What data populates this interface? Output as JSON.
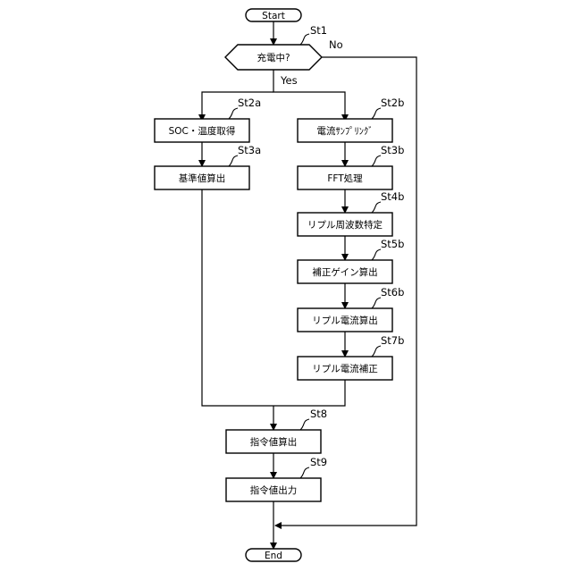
{
  "start": "Start",
  "end": "End",
  "decision": {
    "text": "充電中?",
    "step": "St1",
    "yes": "Yes",
    "no": "No"
  },
  "left_steps": [
    {
      "step": "St2a",
      "text": "SOC・温度取得"
    },
    {
      "step": "St3a",
      "text": "基準値算出"
    }
  ],
  "right_steps": [
    {
      "step": "St2b",
      "text": "電流ｻﾝﾌﾟﾘﾝｸﾞ"
    },
    {
      "step": "St3b",
      "text": "FFT処理"
    },
    {
      "step": "St4b",
      "text": "リプル周波数特定"
    },
    {
      "step": "St5b",
      "text": "補正ゲイン算出"
    },
    {
      "step": "St6b",
      "text": "リプル電流算出"
    },
    {
      "step": "St7b",
      "text": "リプル電流補正"
    }
  ],
  "bottom_steps": [
    {
      "step": "St8",
      "text": "指令値算出"
    },
    {
      "step": "St9",
      "text": "指令値出力"
    }
  ]
}
